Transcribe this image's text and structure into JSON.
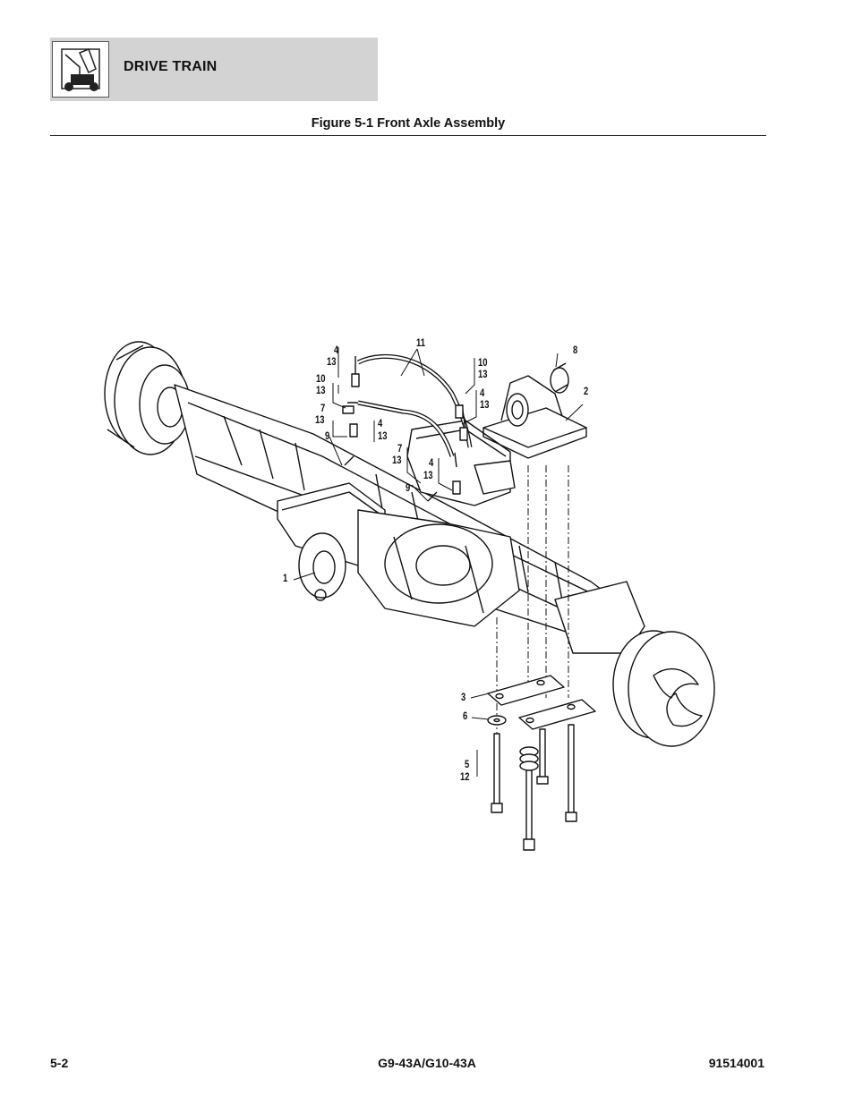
{
  "header": {
    "section_title": "DRIVE TRAIN",
    "icon": "drive-train-icon"
  },
  "figure": {
    "title": "Figure 5-1 Front Axle Assembly",
    "callouts": {
      "c1": "1",
      "c2": "2",
      "c3": "3",
      "c4a": "4",
      "c13a": "13",
      "c10a": "10",
      "c13b": "13",
      "c7a": "7",
      "c13c": "13",
      "c9a": "9",
      "c4b": "4",
      "c13d": "13",
      "c11": "11",
      "c10b": "10",
      "c13e": "13",
      "c4c": "4",
      "c13f": "13",
      "c8": "8",
      "c7b": "7",
      "c13g": "13",
      "c4d": "4",
      "c13h": "13",
      "c9b": "9",
      "c6": "6",
      "c5": "5",
      "c12": "12"
    }
  },
  "footer": {
    "page_number": "5-2",
    "model": "G9-43A/G10-43A",
    "doc_number": "91514001"
  }
}
